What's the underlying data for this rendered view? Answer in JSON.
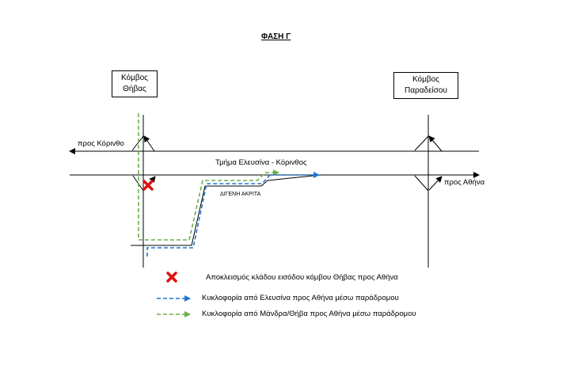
{
  "title": "ΦΑΣΗ Γ",
  "nodes": {
    "thivas": {
      "line1": "Κόμβος",
      "line2": "Θήβας"
    },
    "paradeisou": {
      "line1": "Κόμβος",
      "line2": "Παραδείσου"
    }
  },
  "labels": {
    "to_korinthos": "προς Κόρινθο",
    "to_athina": "προς Αθήνα",
    "segment": "Τμήμα Ελευσίνα - Κόρινθος",
    "street": "ΔΙΓΕΝΗ ΑΚΡΙΤΑ"
  },
  "legend": [
    {
      "symbol": "red-cross",
      "text": "Αποκλεισμός κλάδου εισόδου κόμβου Θήβας προς Αθήνα"
    },
    {
      "symbol": "blue-dashed-arrow",
      "text": "Κυκλοφορία από Ελευσίνα προς Αθήνα μέσω παράδρομου"
    },
    {
      "symbol": "green-dashed-arrow",
      "text": "Κυκλοφορία από Μάνδρα/Θήβα προς Αθήνα μέσω παράδρομου"
    }
  ],
  "colors": {
    "blue": "#1f77d0",
    "green": "#6ab04c",
    "red": "#e01010"
  }
}
